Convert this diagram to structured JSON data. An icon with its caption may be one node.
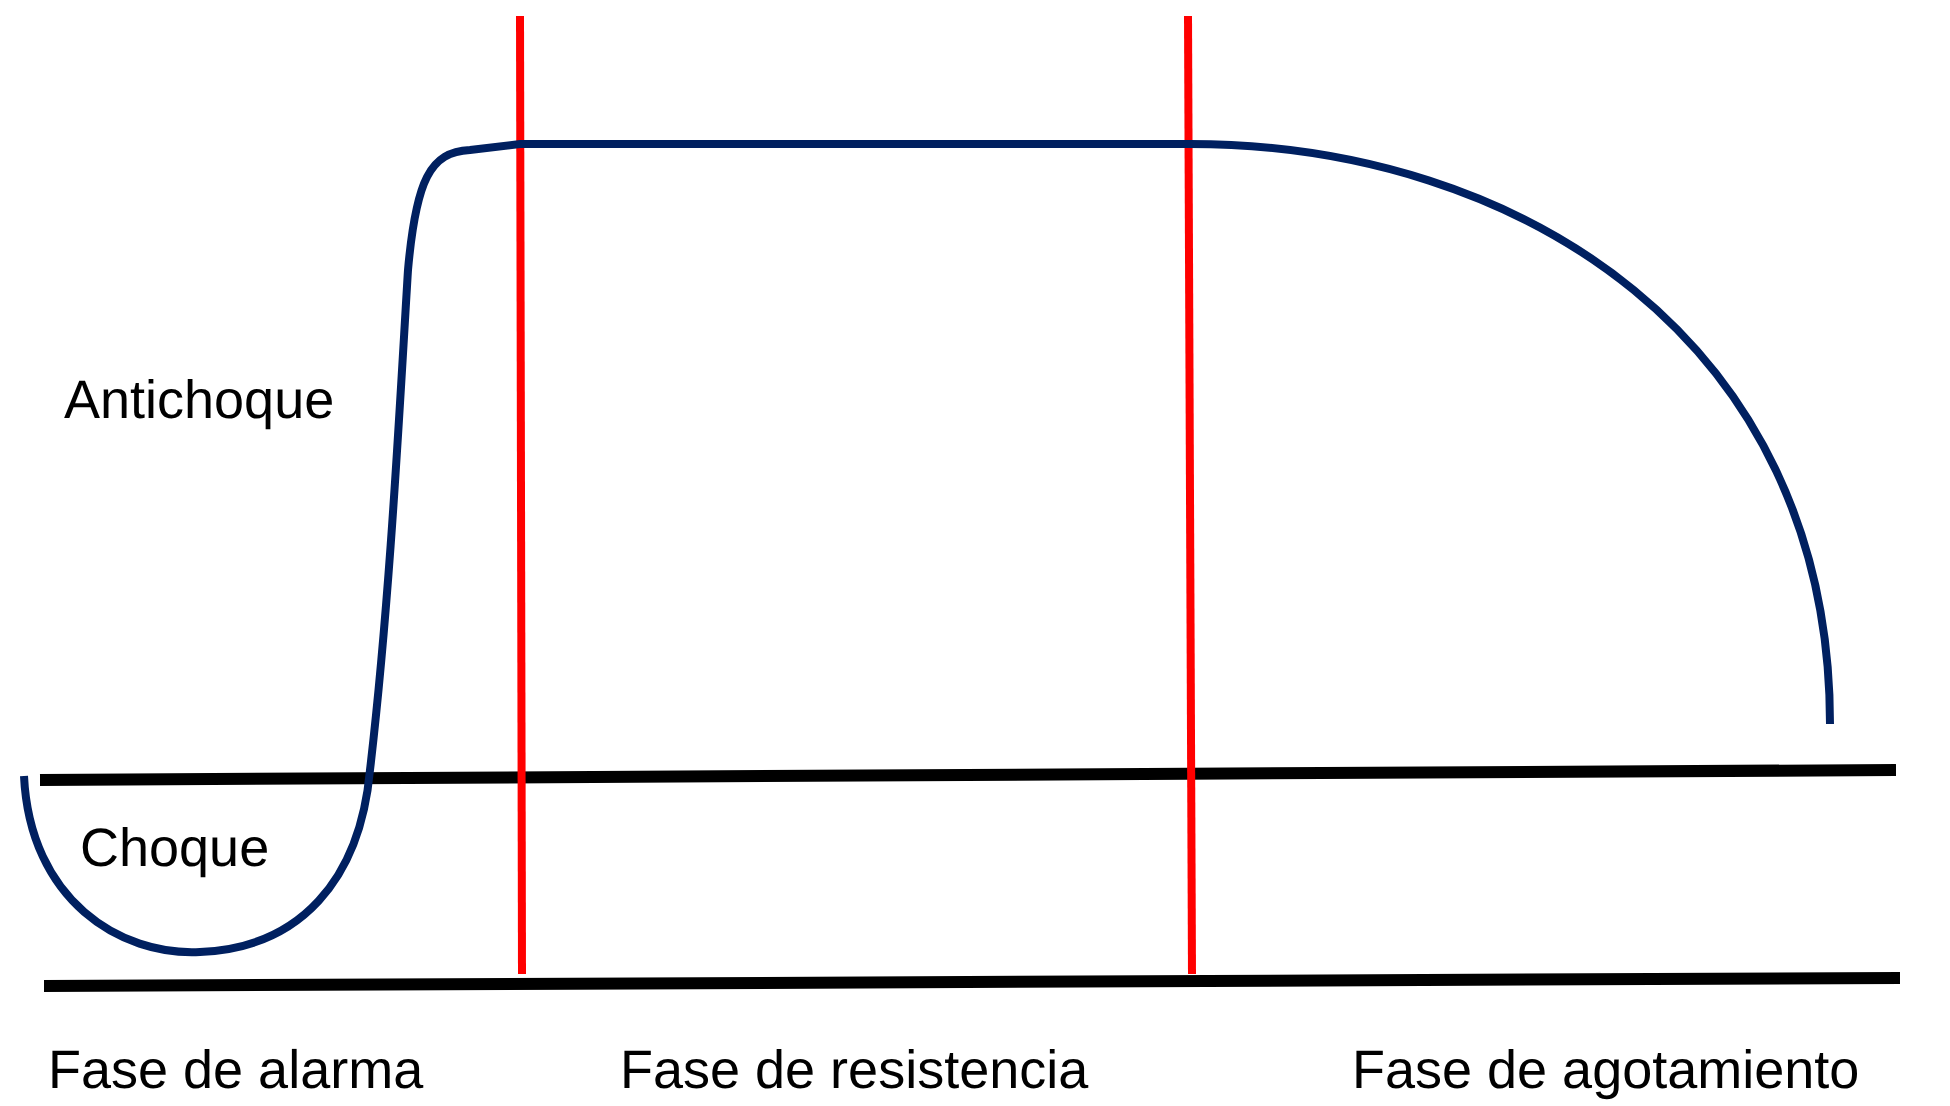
{
  "diagram": {
    "labels": [
      "Antichoque",
      "Choque",
      "Fase de alarma",
      "Fase de resistencia",
      "Fase de agotamiento"
    ]
  }
}
